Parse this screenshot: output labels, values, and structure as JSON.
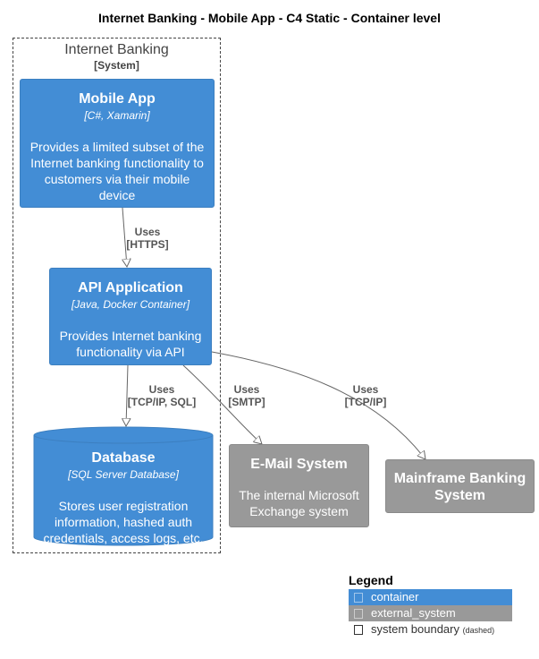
{
  "title": "Internet Banking - Mobile App - C4 Static - Container level",
  "boundary": {
    "name": "Internet Banking",
    "type": "[System]"
  },
  "containers": {
    "mobile_app": {
      "name": "Mobile App",
      "tech": "[C#, Xamarin]",
      "desc": "Provides a limited subset of the Internet banking functionality to customers via their mobile device"
    },
    "api_app": {
      "name": "API Application",
      "tech": "[Java, Docker Container]",
      "desc": "Provides Internet banking functionality via API"
    },
    "database": {
      "name": "Database",
      "tech": "[SQL Server Database]",
      "desc": "Stores user registration information, hashed auth credentials, access logs, etc."
    }
  },
  "external": {
    "email": {
      "name": "E-Mail System",
      "desc": "The internal Microsoft Exchange system"
    },
    "mainframe": {
      "name": "Mainframe Banking System"
    }
  },
  "relations": {
    "mobile_to_api": {
      "label": "Uses",
      "tech": "[HTTPS]"
    },
    "api_to_db": {
      "label": "Uses",
      "tech": "[TCP/IP, SQL]"
    },
    "api_to_email": {
      "label": "Uses",
      "tech": "[SMTP]"
    },
    "api_to_mainframe": {
      "label": "Uses",
      "tech": "[TCP/IP]"
    }
  },
  "legend": {
    "title": "Legend",
    "items": [
      {
        "label": "container",
        "color": "#438dd5"
      },
      {
        "label": "external_system",
        "color": "#999999"
      },
      {
        "label": "system boundary",
        "note": "(dashed)"
      }
    ]
  },
  "colors": {
    "container": "#438dd5",
    "external_system": "#999999",
    "edge": "#666666"
  }
}
